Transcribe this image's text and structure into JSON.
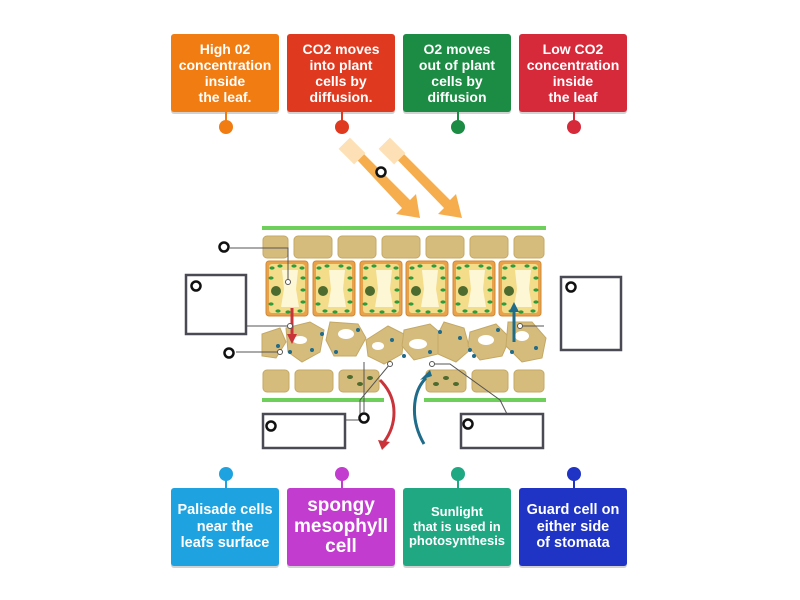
{
  "colors": {
    "orange": "#f07c12",
    "red": "#df3a1f",
    "green": "#1c8b43",
    "crimson": "#d62a3b",
    "blue": "#1fa3e0",
    "magenta": "#c23ccf",
    "teal": "#20a882",
    "navy": "#1f33c4",
    "leaf_tan": "#d6bc7c",
    "leaf_green": "#6fcf5b",
    "arrow_orange": "#f5a43a",
    "arrow_red": "#c9343a",
    "arrow_blue": "#1e6b8a"
  },
  "tiles_top": [
    {
      "id": "high-o2",
      "lines": [
        "High 02",
        "concentration",
        "inside",
        "the leaf."
      ]
    },
    {
      "id": "co2-moves",
      "lines": [
        "CO2 moves",
        "into plant",
        "cells by",
        "diffusion."
      ]
    },
    {
      "id": "o2-moves",
      "lines": [
        "O2 moves",
        "out of plant",
        "cells by",
        "diffusion"
      ]
    },
    {
      "id": "low-co2",
      "lines": [
        "Low CO2",
        "concentration",
        "inside",
        "the leaf"
      ]
    }
  ],
  "tiles_bottom": [
    {
      "id": "palisade",
      "lines": [
        "Palisade cells",
        "near the",
        "leafs surface"
      ]
    },
    {
      "id": "spongy",
      "lines": [
        "spongy",
        "mesophyll",
        "cell"
      ]
    },
    {
      "id": "sunlight",
      "lines": [
        "Sunlight",
        "that is used in",
        "photosynthesis"
      ]
    },
    {
      "id": "guard",
      "lines": [
        "Guard cell on",
        "either side",
        "of stomata"
      ]
    }
  ],
  "icons": {
    "drop_target": "circle-marker-icon"
  }
}
